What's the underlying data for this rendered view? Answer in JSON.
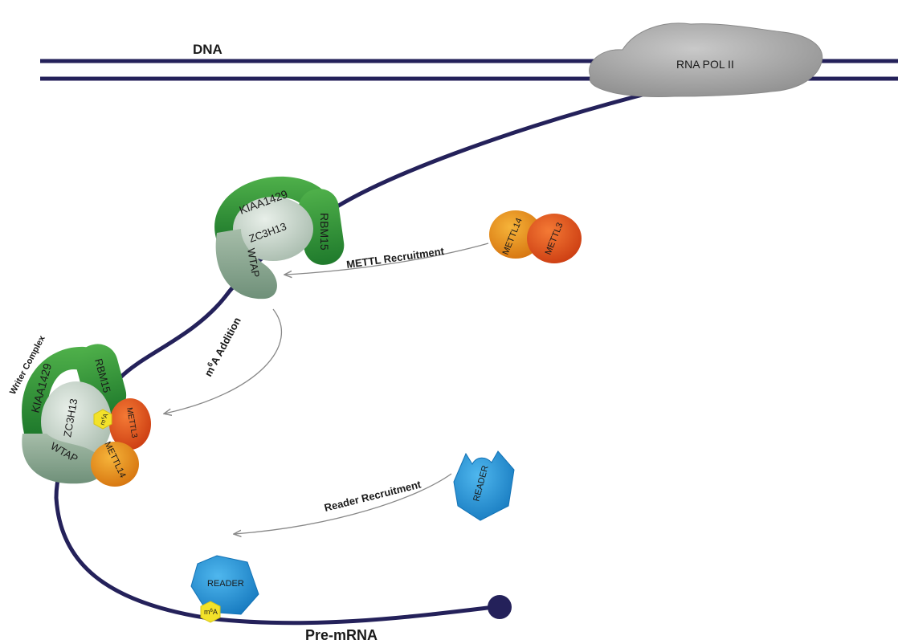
{
  "labels": {
    "dna": "DNA",
    "rna_pol": "RNA POL II",
    "pre_mrna": "Pre-mRNA",
    "writer_complex": "Writer Complex",
    "mettl_recruitment": "METTL Recruitment",
    "m6a_addition_m": "m",
    "m6a_addition_sup": "6",
    "m6a_addition_rest": "A Addition",
    "reader_recruitment": "Reader Recruitment"
  },
  "proteins": {
    "kiaa1429": "KIAA1429",
    "rbm15": "RBM15",
    "zc3h13": "ZC3H13",
    "wtap": "WTAP",
    "mettl14": "METTL14",
    "mettl3": "METTL3",
    "reader": "READER"
  },
  "m6a_badge": {
    "m": "m",
    "sup": "6",
    "a": "A"
  },
  "colors": {
    "strand": "#24215a",
    "green": "#2f8f3a",
    "green_light": "#5cb85c",
    "sage": "#8aa893",
    "pale": "#c8d6cc",
    "orange": "#e68a1a",
    "red": "#e0501e",
    "blue": "#1e8fd6",
    "yellow": "#f3e22a",
    "gray": "#9a9a9a",
    "arrow": "#888888"
  }
}
